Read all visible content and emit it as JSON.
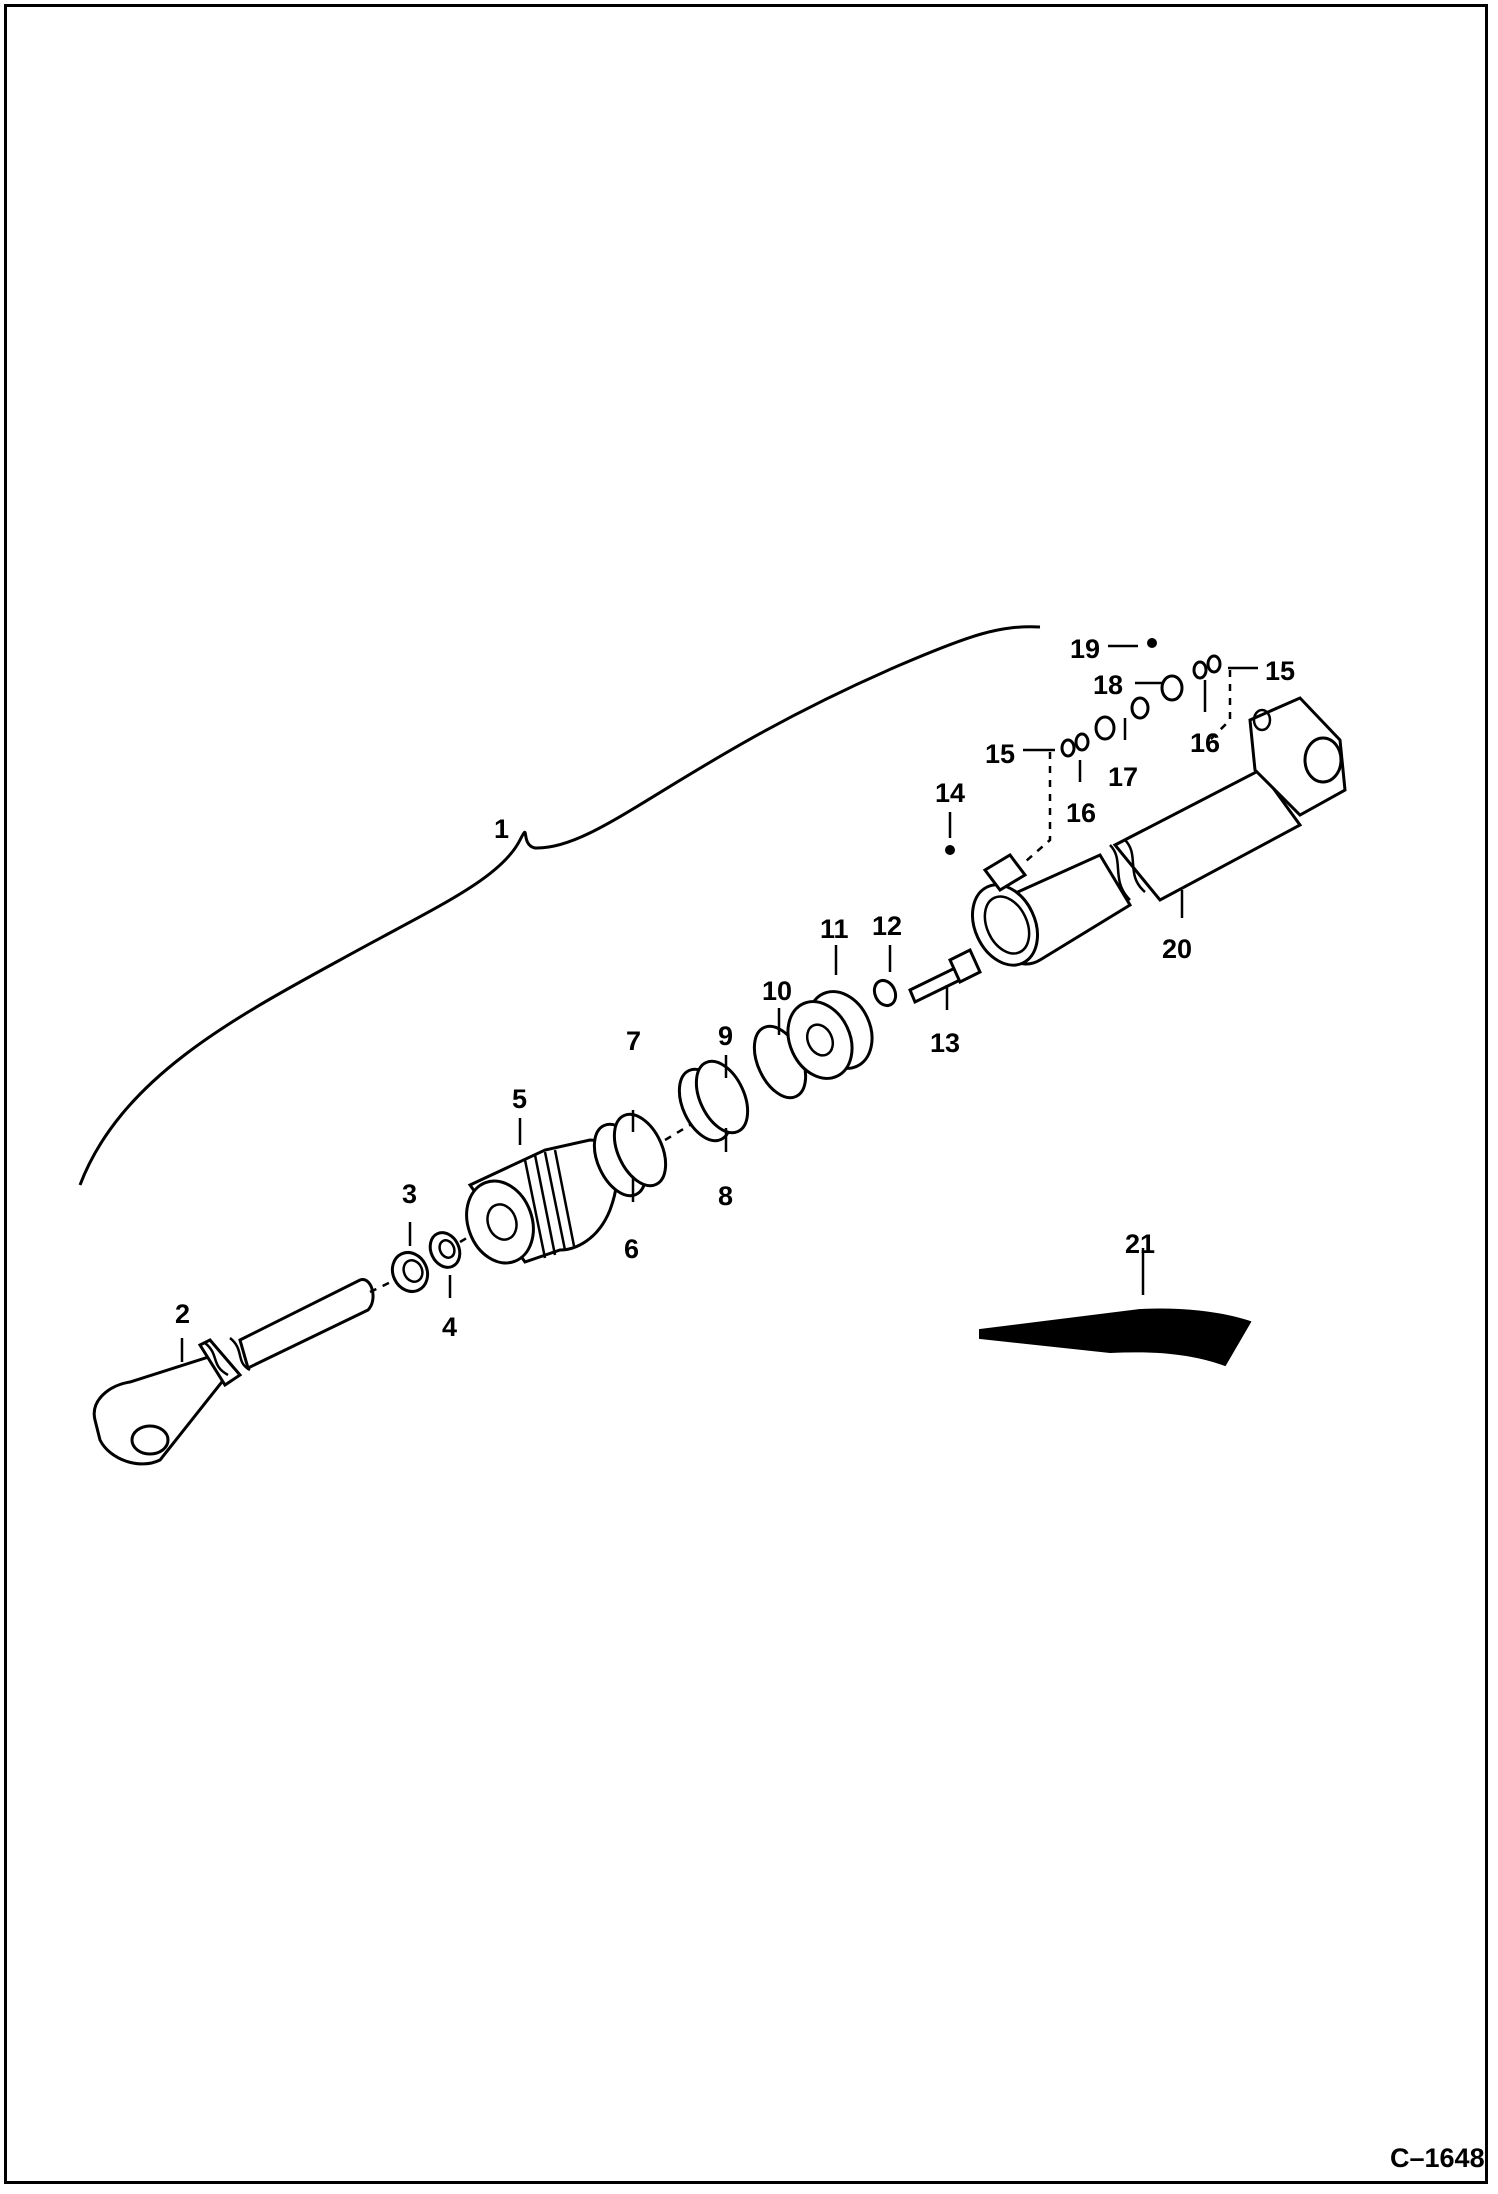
{
  "labels": {
    "p1": "1",
    "p2": "2",
    "p3": "3",
    "p4": "4",
    "p5": "5",
    "p6": "6",
    "p7": "7",
    "p8": "8",
    "p9": "9",
    "p10": "10",
    "p11": "11",
    "p12": "12",
    "p13": "13",
    "p14": "14",
    "p15a": "15",
    "p15b": "15",
    "p16a": "16",
    "p16b": "16",
    "p17": "17",
    "p18": "18",
    "p19": "19",
    "p20": "20",
    "p21": "21"
  },
  "figure_code": "C–1648"
}
